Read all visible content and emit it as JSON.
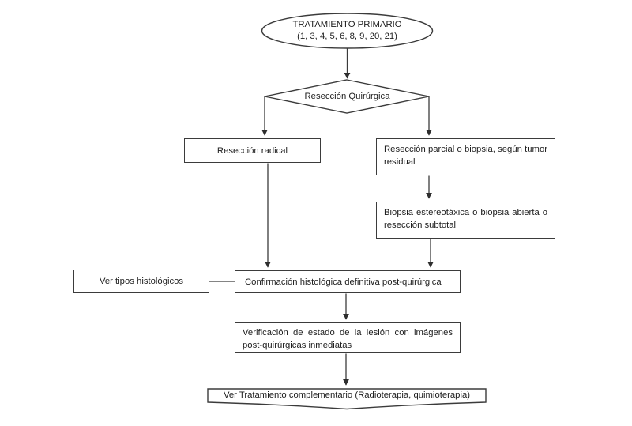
{
  "nodes": {
    "start": {
      "line1": "TRATAMIENTO PRIMARIO",
      "line2": "(1, 3, 4, 5, 6, 8, 9, 20, 21)"
    },
    "decision": {
      "label": "Resección Quirúrgica"
    },
    "radical": {
      "label": "Resección radical"
    },
    "parcial": {
      "label": "Resección parcial o biopsia, según tumor residual"
    },
    "biopsia": {
      "label": "Biopsia estereotáxica o biopsia abierta o resección subtotal"
    },
    "ver_tipos": {
      "label": "Ver tipos histológicos"
    },
    "confirmacion": {
      "label": "Confirmación histológica definitiva post-quirúrgica"
    },
    "verificacion": {
      "label": "Verificación de estado de la lesión con imágenes post-quirúrgicas inmediatas"
    },
    "complementario": {
      "label": "Ver Tratamiento complementario (Radioterapia, quimioterapia)"
    }
  },
  "colors": {
    "background": "#ffffff",
    "stroke": "#3b3b3b",
    "text": "#1d1d1d"
  }
}
